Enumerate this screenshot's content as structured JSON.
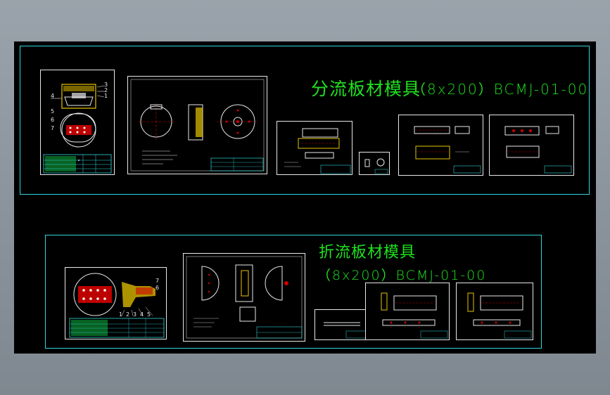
{
  "top_group": {
    "title_cn": "分流板材模具",
    "title_code": "（8x200）BCMJ-01-00"
  },
  "bottom_group": {
    "title_cn": "折流板材模具",
    "title_code": "（8x200）BCMJ-01-00"
  },
  "callouts": {
    "top_left_sheet": [
      "4",
      "3",
      "2",
      "1",
      "5",
      "6",
      "7"
    ],
    "bottom_left_sheet": [
      "7",
      "6",
      "1",
      "2",
      "3",
      "4",
      "5"
    ]
  },
  "colors": {
    "frame": "#2fd6dc",
    "title": "#1fe11f",
    "sheet_border": "#e8e8e8",
    "background": "#000000"
  }
}
